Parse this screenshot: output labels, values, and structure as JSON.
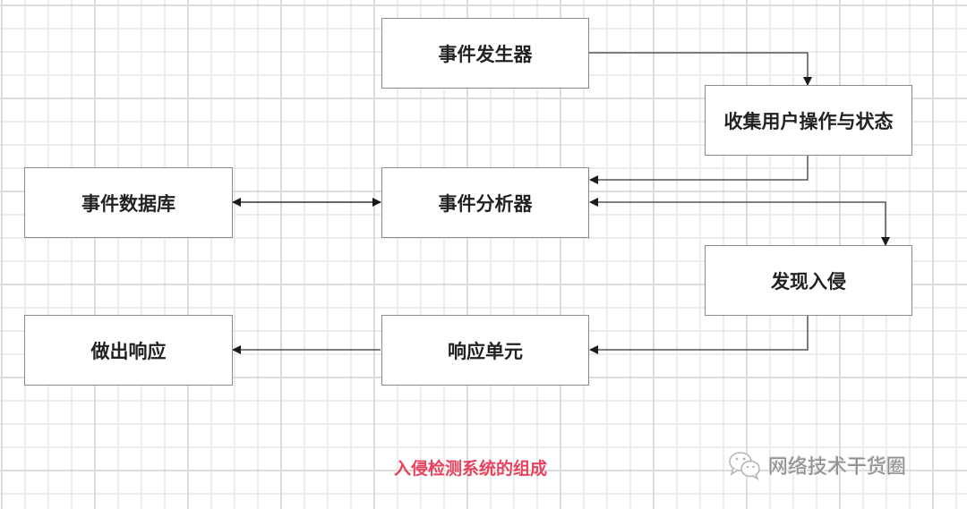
{
  "diagram": {
    "nodes": [
      {
        "id": "event-generator",
        "label": "事件发生器"
      },
      {
        "id": "collect-user-ops",
        "label": "收集用户操作与状态"
      },
      {
        "id": "event-database",
        "label": "事件数据库"
      },
      {
        "id": "event-analyzer",
        "label": "事件分析器"
      },
      {
        "id": "intrusion-found",
        "label": "发现入侵"
      },
      {
        "id": "respond",
        "label": "做出响应"
      },
      {
        "id": "response-unit",
        "label": "响应单元"
      }
    ],
    "edges": [
      {
        "from": "event-generator",
        "to": "collect-user-ops",
        "direction": "forward"
      },
      {
        "from": "collect-user-ops",
        "to": "event-analyzer",
        "direction": "forward"
      },
      {
        "from": "event-database",
        "to": "event-analyzer",
        "direction": "both"
      },
      {
        "from": "event-analyzer",
        "to": "intrusion-found",
        "direction": "both"
      },
      {
        "from": "intrusion-found",
        "to": "response-unit",
        "direction": "forward"
      },
      {
        "from": "response-unit",
        "to": "respond",
        "direction": "forward"
      }
    ],
    "caption": "入侵检测系统的组成",
    "colors": {
      "caption": "#e8435e",
      "border": "#8a8a8a",
      "arrow": "#333333"
    }
  },
  "watermark": {
    "text": "网络技术干货圈",
    "icon": "wechat-icon"
  }
}
